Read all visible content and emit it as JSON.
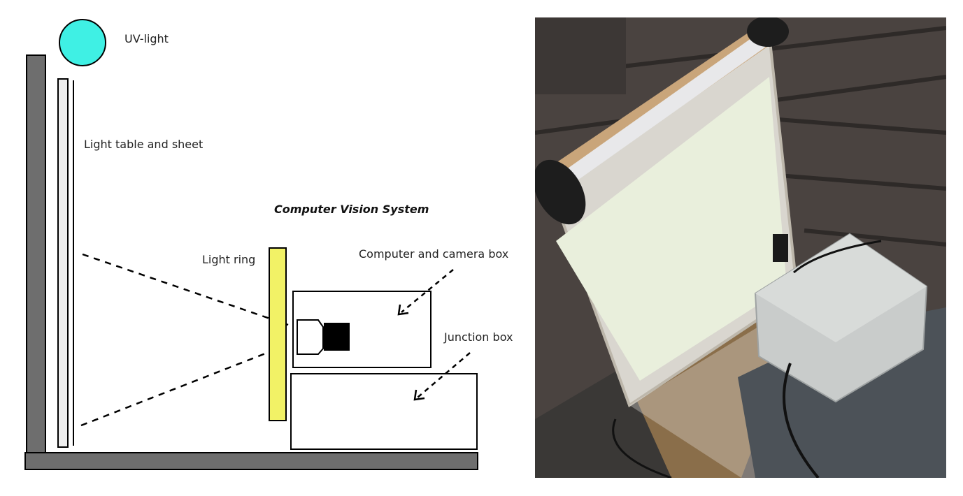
{
  "diagram": {
    "labels": {
      "uv_light": "UV-light",
      "light_table": "Light table and sheet",
      "system_title": "Computer Vision System",
      "light_ring": "Light ring",
      "camera_box": "Computer and camera box",
      "junction_box": "Junction box"
    },
    "colors": {
      "uv_light": "#3ff0e4",
      "light_ring": "#f2f266",
      "structure": "#6e6e6e",
      "light_table": "#eeeeee"
    }
  },
  "photo": {
    "colors": {
      "deck": "#4a4340",
      "panel": "#e9efdc",
      "box": "#c9cccb",
      "base": "#4c5258"
    }
  }
}
